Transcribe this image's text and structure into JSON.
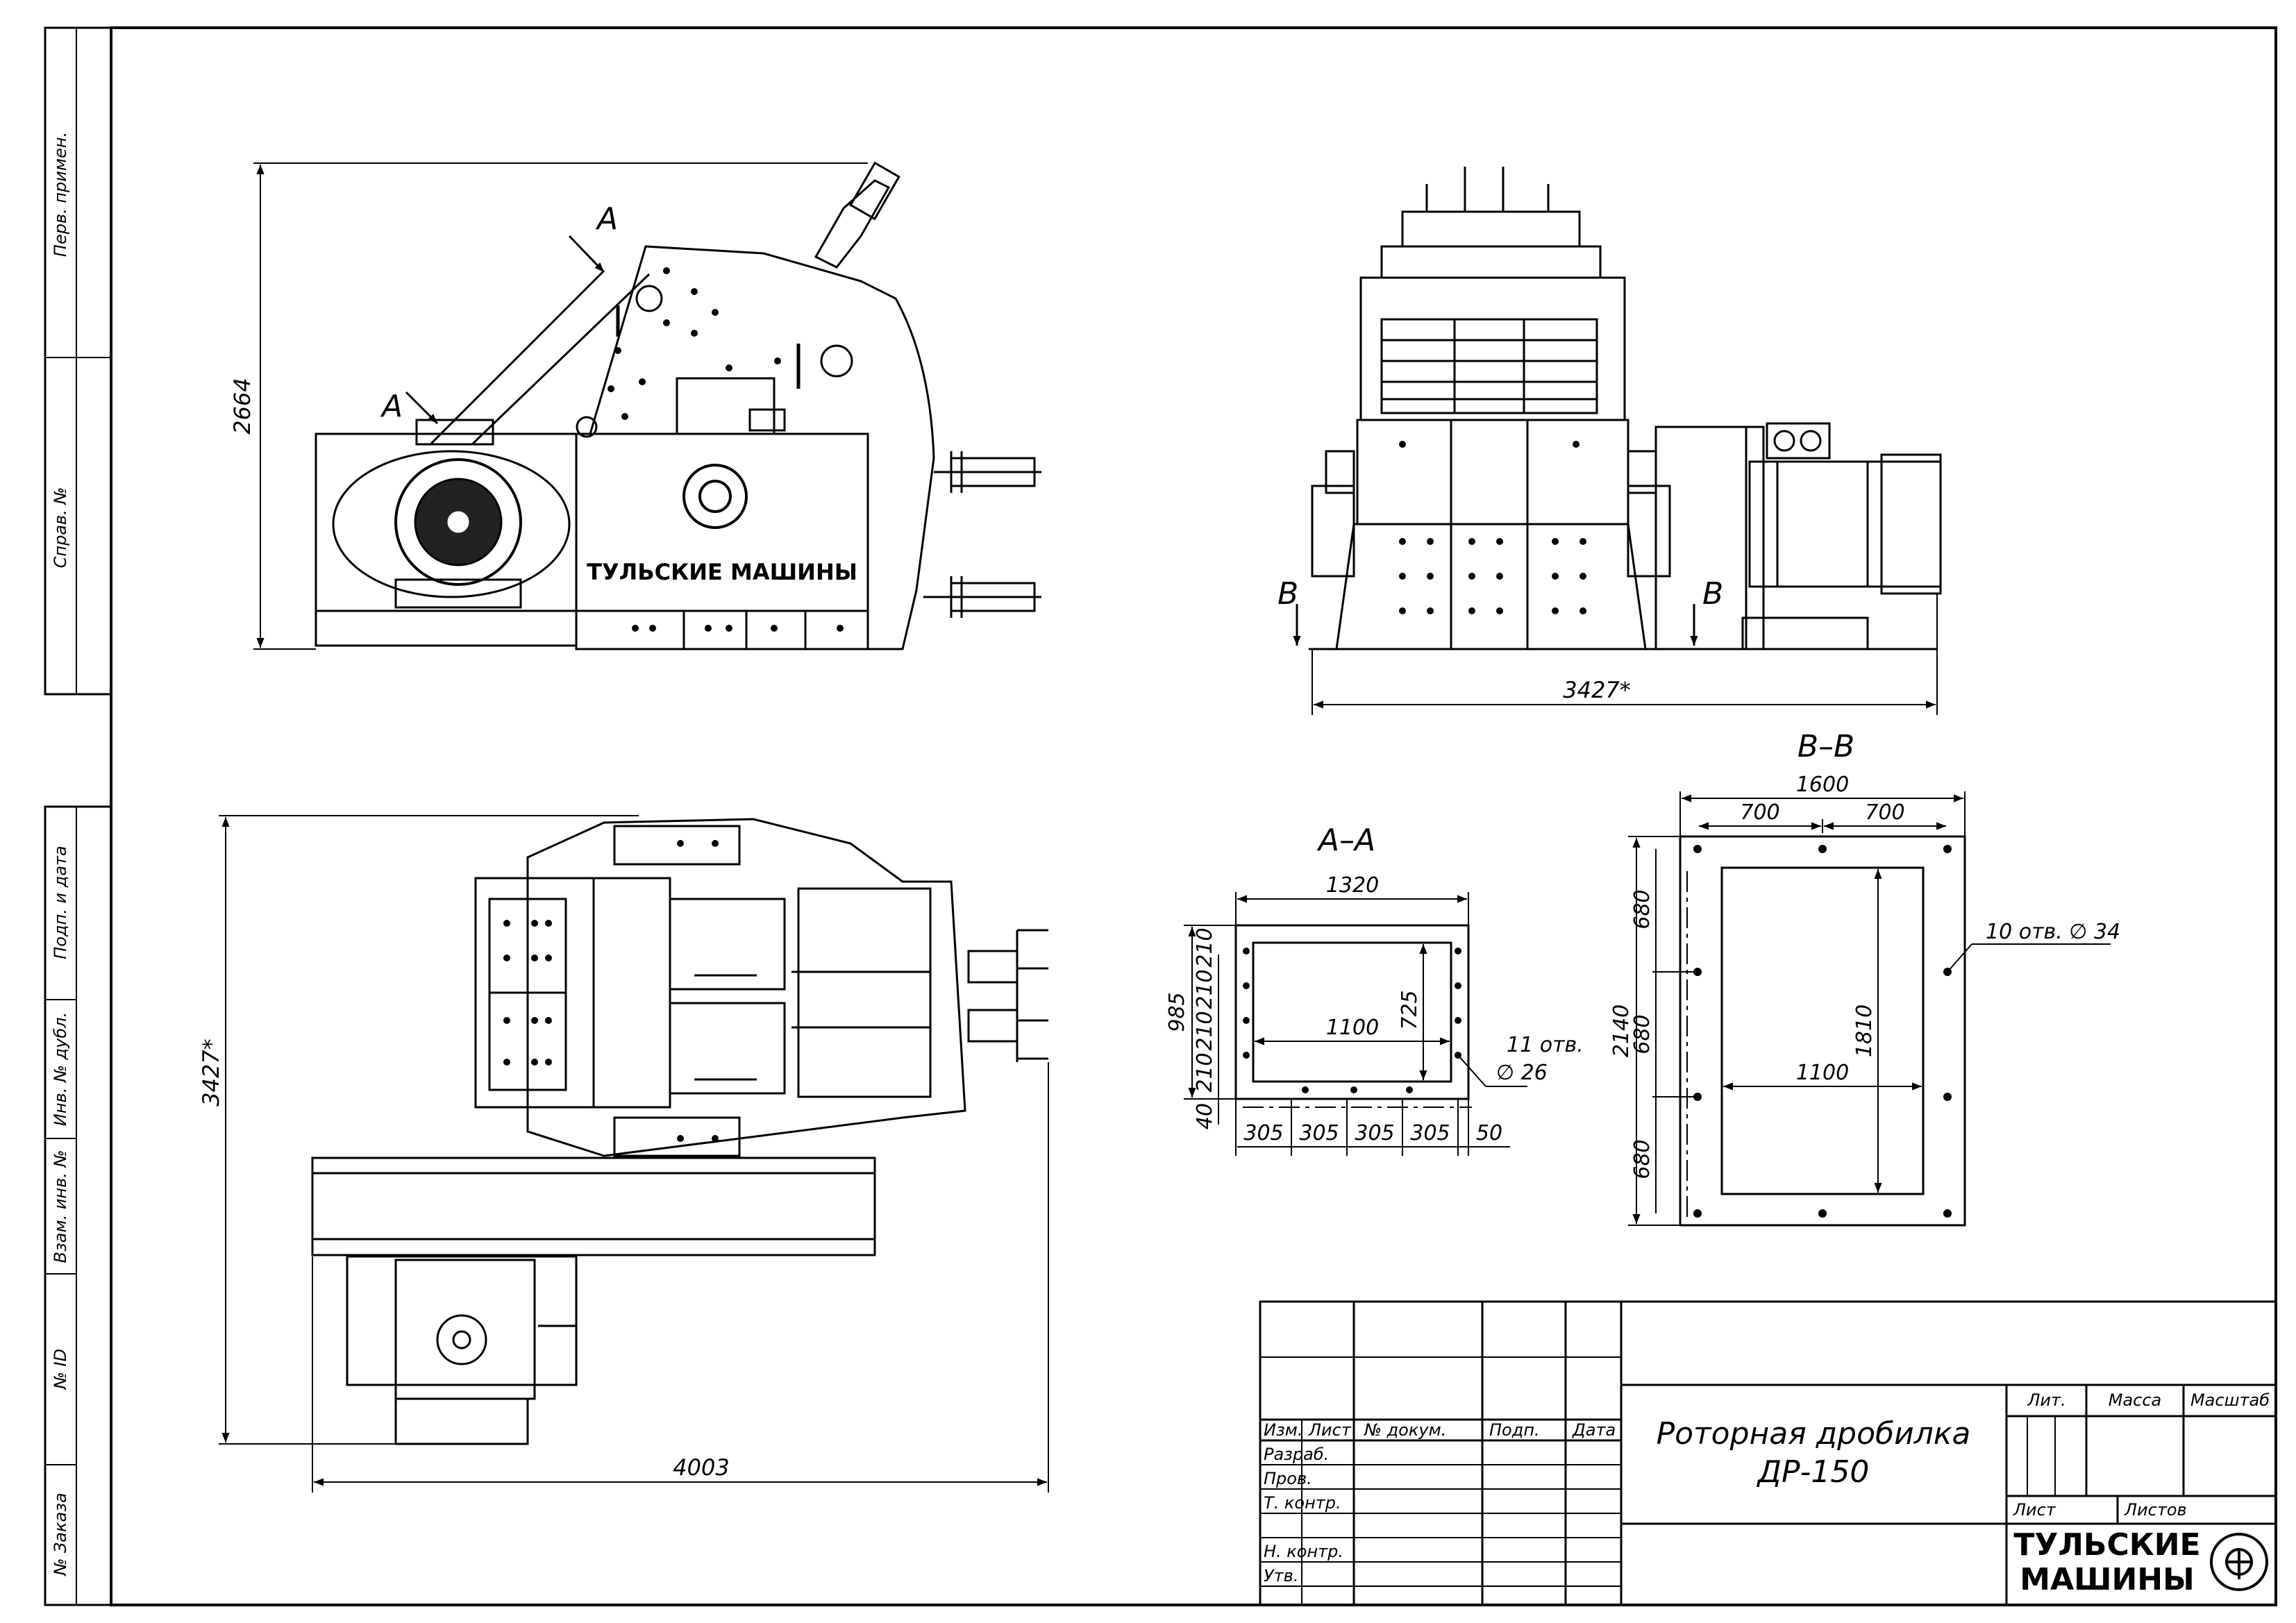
{
  "side_strip": {
    "items": [
      "Перв. примен.",
      "Справ. №",
      "Подп. и дата",
      "Инв. № дубл.",
      "Взам. инв. №",
      "№ ID",
      "№ Заказа"
    ]
  },
  "side_view": {
    "height_dim": "2664",
    "section_label_upper": "А",
    "section_label_lower": "А",
    "housing_caption": "ТУЛЬСКИЕ МАШИНЫ"
  },
  "front_view": {
    "width_dim": "3427*",
    "section_mark_left": "В",
    "section_mark_right": "В"
  },
  "plan_view": {
    "height_dim": "3427*",
    "width_dim": "4003"
  },
  "section_aa": {
    "title": "А–А",
    "width_total": "1320",
    "opening_width": "1100",
    "opening_height": "725",
    "height_total": "985",
    "v_steps": [
      "210",
      "210",
      "210",
      "210"
    ],
    "v_bottom": "40",
    "h_steps": [
      "305",
      "305",
      "305",
      "305"
    ],
    "h_end": "50",
    "holes_note": "11 отв.",
    "holes_dia": "∅ 26"
  },
  "section_bb": {
    "title": "В–В",
    "width_total": "1600",
    "top_steps": [
      "700",
      "700"
    ],
    "opening_width": "1100",
    "opening_height": "1810",
    "height_total": "2140",
    "v_steps": [
      "680",
      "680",
      "680"
    ],
    "holes_note": "10 отв. ∅ 34"
  },
  "title_block": {
    "columns": [
      "Изм.",
      "Лист",
      "№ докум.",
      "Подп.",
      "Дата"
    ],
    "rows": [
      "Разраб.",
      "Пров.",
      "Т. контр.",
      "",
      "Н. контр.",
      "Утв."
    ],
    "title_line1": "Роторная дробилка",
    "title_line2": "ДР-150",
    "lit_label": "Лит.",
    "mass_label": "Масса",
    "scale_label": "Масштаб",
    "sheet_label": "Лист",
    "sheets_label": "Листов",
    "company_line1": "ТУЛЬСКИЕ",
    "company_line2": "МАШИНЫ"
  }
}
